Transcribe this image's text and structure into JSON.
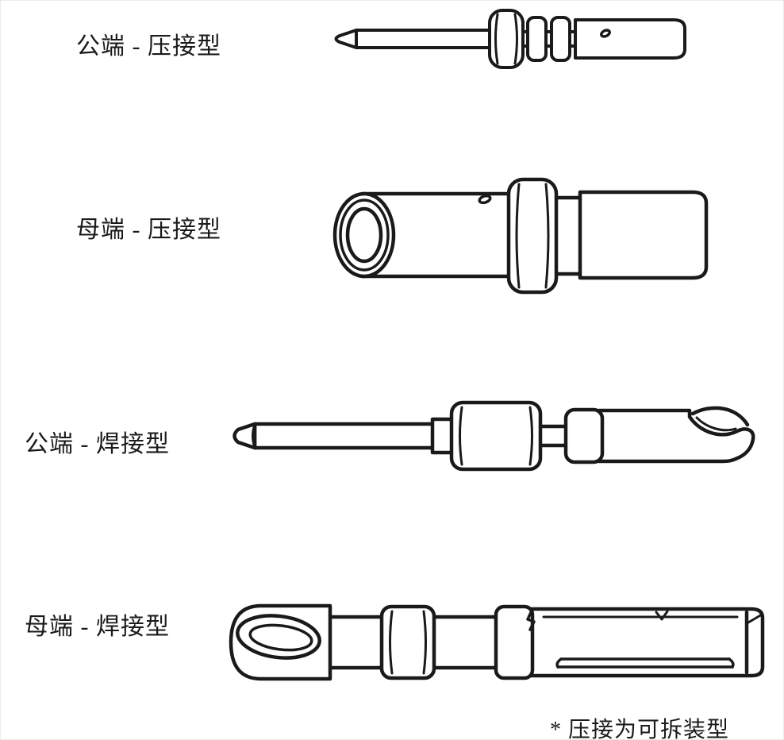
{
  "diagram": {
    "background": "#ffffff",
    "line_color": "#1a1a1a",
    "rows": [
      {
        "label": "公端 - 压接型",
        "drawing_name": "male-crimp-pin"
      },
      {
        "label": "母端 - 压接型",
        "drawing_name": "female-crimp-socket"
      },
      {
        "label": "公端 - 焊接型",
        "drawing_name": "male-solder-pin"
      },
      {
        "label": "母端 - 焊接型",
        "drawing_name": "female-solder-socket"
      }
    ],
    "footnote": "* 压接为可拆装型"
  }
}
